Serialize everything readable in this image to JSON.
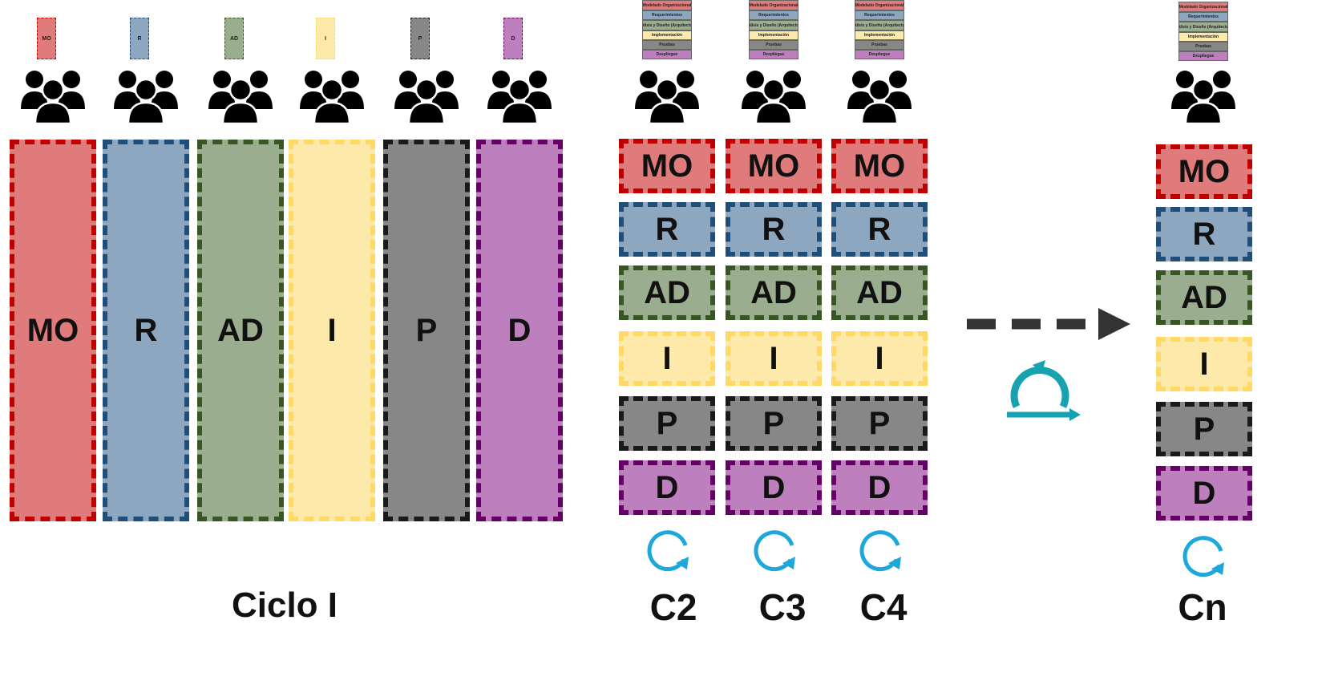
{
  "phases": [
    {
      "code": "MO",
      "fill": "#e07b7b",
      "border": "#c00000"
    },
    {
      "code": "R",
      "fill": "#8ea7c1",
      "border": "#1f4e79"
    },
    {
      "code": "AD",
      "fill": "#9bad8f",
      "border": "#375623"
    },
    {
      "code": "I",
      "fill": "#fde9a9",
      "border": "#ffd966"
    },
    {
      "code": "P",
      "fill": "#878787",
      "border": "#1a1a1a"
    },
    {
      "code": "D",
      "fill": "#bd7fbd",
      "border": "#660066"
    }
  ],
  "phase_names": {
    "mo": "Modelado Organizacional",
    "r": "Requerimientos",
    "ad": "Análisis y Diseño (Arquitectura)",
    "i": "Implementación",
    "p": "Pruebas",
    "d": "Despliegue"
  },
  "cycles": {
    "first": "Ciclo I",
    "c2": "C2",
    "c3": "C3",
    "c4": "C4",
    "cn": "Cn"
  },
  "icons": {
    "team": "people-group-icon",
    "iteration": "cycle-arrow-icon",
    "agile": "agile-loop-icon",
    "arrow": "dashed-right-arrow-icon"
  },
  "colors": {
    "cycle_icon": "#1ea7db",
    "agile_icon": "#17a2b0",
    "arrow": "#333333"
  }
}
